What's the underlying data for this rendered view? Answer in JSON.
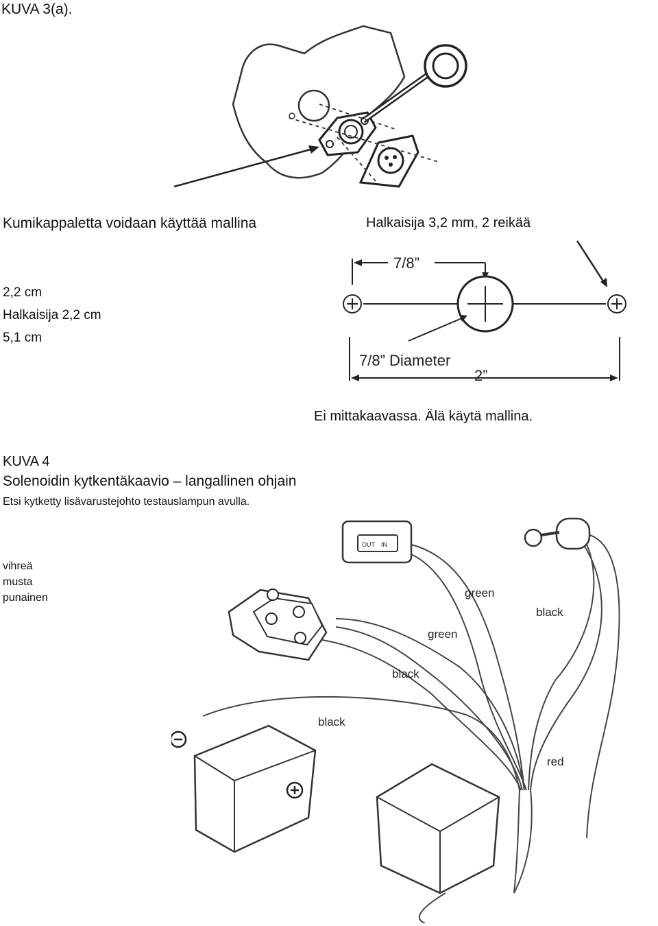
{
  "figure3": {
    "title": "KUVA 3(a).",
    "caption_left": "Kumikappaletta voidaan käyttää mallina",
    "caption_right": "Halkaisija 3,2 mm, 2 reikää",
    "dimensions": [
      "2,2 cm",
      "Halkaisija 2,2 cm",
      "5,1 cm"
    ],
    "scale_note": "Ei mittakaavassa. Älä käytä mallina.",
    "template_labels": {
      "spacing": "7/8”",
      "diameter": "7/8” Diameter",
      "width": "2”"
    }
  },
  "figure4": {
    "title": "KUVA 4",
    "subtitle": "Solenoidin kytkentäkaavio – langallinen ohjain",
    "note": "Etsi kytketty lisävarustejohto testauslampun avulla.",
    "wire_colors": [
      "vihreä",
      "musta",
      "punainen"
    ],
    "diagram_labels": {
      "green_1": "green",
      "green_2": "green",
      "black_1": "black",
      "black_2": "black",
      "black_3": "black",
      "red": "red",
      "switch_out": "OUT",
      "switch_in": "IN"
    }
  }
}
